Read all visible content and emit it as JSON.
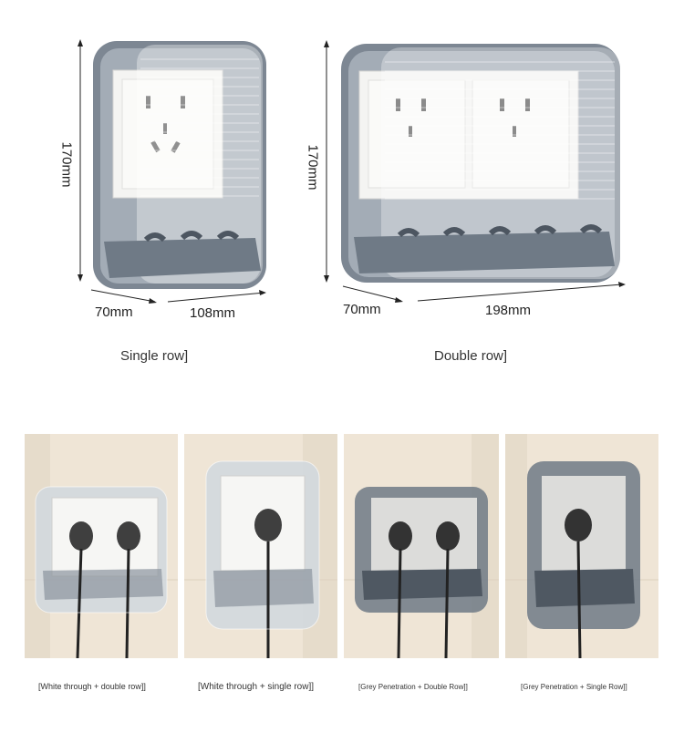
{
  "top": {
    "single": {
      "height_label": "170mm",
      "depth_label": "70mm",
      "width_label": "108mm",
      "caption": "Single row]"
    },
    "double": {
      "height_label": "170mm",
      "depth_label": "70mm",
      "width_label": "198mm",
      "caption": "Double row]"
    }
  },
  "photos": [
    {
      "caption": "[White through + double row]]",
      "variant": "white-double"
    },
    {
      "caption": "[White through + single row]]",
      "variant": "white-single"
    },
    {
      "caption": "[Grey Penetration + Double Row]]",
      "variant": "grey-double"
    },
    {
      "caption": "[Grey Penetration + Single Row]]",
      "variant": "grey-single"
    }
  ],
  "colors": {
    "wall": "#efe5d6",
    "box_grey": "#6f7a86",
    "box_clear": "#c9d0d8",
    "plate": "#f4f4f2"
  }
}
